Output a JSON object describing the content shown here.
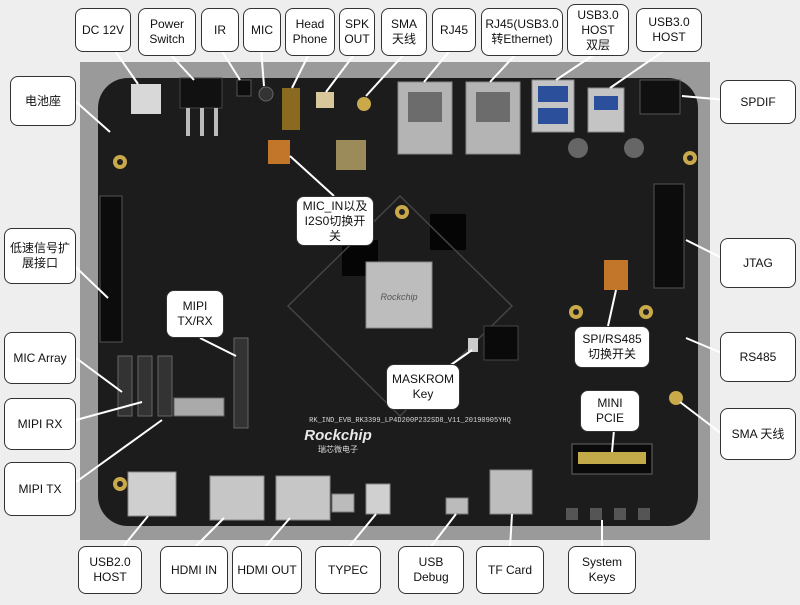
{
  "labels": {
    "dc12v": "DC 12V",
    "power_switch": "Power\nSwitch",
    "ir": "IR",
    "mic": "MIC",
    "headphone": "Head\nPhone",
    "spk_out": "SPK\nOUT",
    "sma_top": "SMA\n天线",
    "rj45": "RJ45",
    "rj45_usb": "RJ45(USB3.0\n转Ethernet)",
    "usb30_double": "USB3.0\nHOST\n双层",
    "usb30_host": "USB3.0\nHOST",
    "battery": "电池座",
    "spdif": "SPDIF",
    "mic_in_i2s": "MIC_IN以及\nI2S0切换开关",
    "lowspeed": "低速信号扩\n展接口",
    "jtag": "JTAG",
    "mipi_txrx": "MIPI\nTX/RX",
    "spi_rs485": "SPI/RS485\n切换开关",
    "rs485": "RS485",
    "mic_array": "MIC Array",
    "maskrom": "MASKROM\nKey",
    "mini_pcie": "MINI\nPCIE",
    "sma_right": "SMA 天线",
    "mipi_rx": "MIPI RX",
    "mipi_tx": "MIPI TX",
    "usb20_host": "USB2.0\nHOST",
    "hdmi_in": "HDMI IN",
    "hdmi_out": "HDMI OUT",
    "typec": "TYPEC",
    "usb_debug": "USB\nDebug",
    "tf_card": "TF Card",
    "system_keys": "System\nKeys"
  },
  "board": {
    "brand": "Rockchip",
    "brand_cn": "瑞芯微电子",
    "silk_model": "RK_IND_EVB_RK3399_LP4D200P232SD8_V11_20190905YHQ",
    "soc_mark": "Rockchip"
  },
  "colors": {
    "background": "#eeeeee",
    "board_bg": "#9a9a9a",
    "pcb": "#1c1c1c",
    "silk": "#d8d8d8",
    "metal": "#b8b8b8",
    "label_border": "#333333"
  }
}
